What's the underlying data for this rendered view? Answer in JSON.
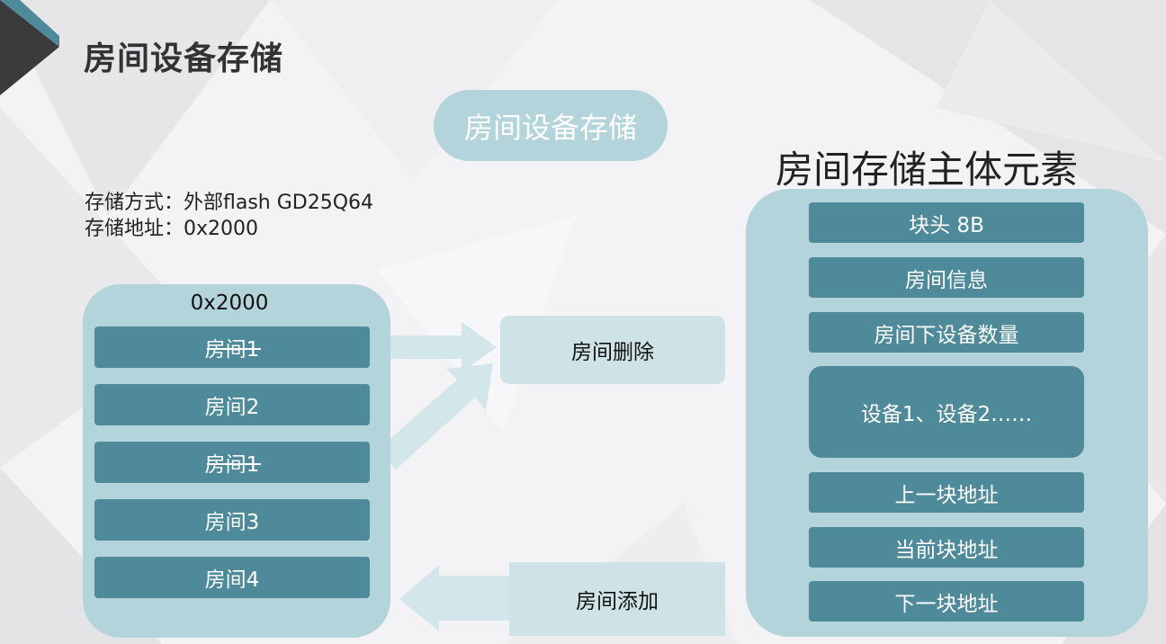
{
  "slide": {
    "title": "房间设备存储",
    "center_label": "房间设备存储",
    "elements_title": "房间存储主体元素"
  },
  "storage_info": {
    "method": "存储方式：外部flash GD25Q64",
    "address": "存储地址：0x2000"
  },
  "left_panel": {
    "header": "0x2000",
    "rooms": [
      {
        "label": "房间1",
        "struck": true
      },
      {
        "label": "房间2",
        "struck": false
      },
      {
        "label": "房间1",
        "struck": true
      },
      {
        "label": "房间3",
        "struck": false
      },
      {
        "label": "房间4",
        "struck": false
      }
    ]
  },
  "actions": {
    "delete": "房间删除",
    "add": "房间添加"
  },
  "right_panel": {
    "elements": [
      "块头 8B",
      "房间信息",
      "房间下设备数量",
      "设备1、设备2……",
      "上一块地址",
      "当前块地址",
      "下一块地址"
    ]
  },
  "colors": {
    "panel": "#b3d4da",
    "bar": "#4e8a99",
    "action_box": "#cfe3e7",
    "arrow": "#d3e6ea",
    "corner_dark": "#3b3b3b",
    "corner_accent": "#4e8a99"
  }
}
